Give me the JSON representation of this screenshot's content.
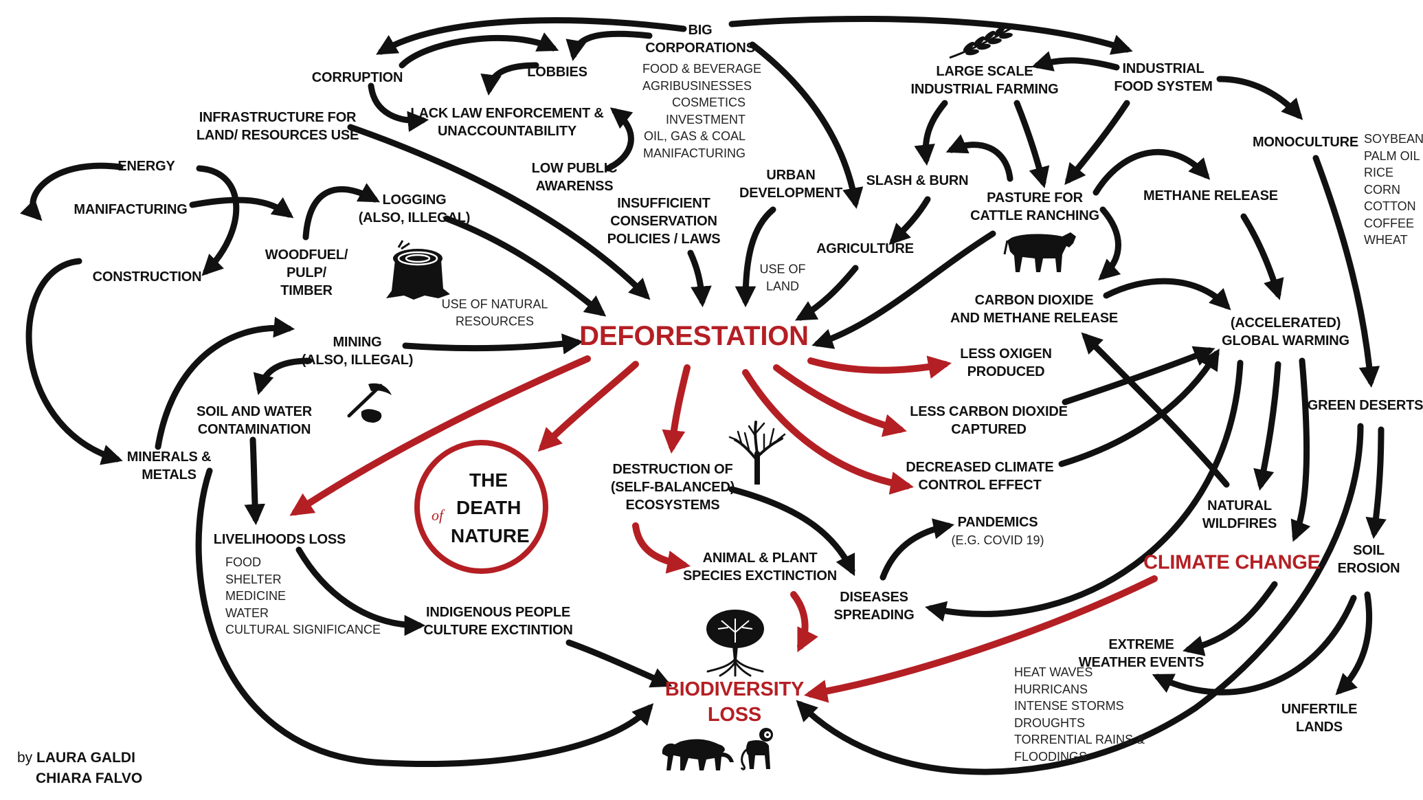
{
  "colors": {
    "ink": "#111111",
    "accent": "#b41f24",
    "background": "#ffffff"
  },
  "nodes": {
    "big_corporations": "BIG\nCORPORATIONS",
    "corruption": "CORRUPTION",
    "lobbies": "LOBBIES",
    "lack_law_enforcement": "LACK LAW ENFORCEMENT &\nUNACCOUNTABILITY",
    "infrastructure": "INFRASTRUCTURE FOR\nLAND/ RESOURCES USE",
    "low_public_awareness": "LOW PUBLIC\nAWARENSS",
    "energy": "ENERGY",
    "manifacturing": "MANIFACTURING",
    "construction": "CONSTRUCTION",
    "woodfuel": "WOODFUEL/\nPULP/\nTIMBER",
    "logging": "LOGGING\n(ALSO, ILLEGAL)",
    "insufficient_conservation": "INSUFFICIENT\nCONSERVATION\nPOLICIES / LAWS",
    "urban_development": "URBAN\nDEVELOPMENT",
    "large_scale_farming": "LARGE SCALE\nINDUSTRIAL FARMING",
    "industrial_food_system": "INDUSTRIAL\nFOOD SYSTEM",
    "slash_burn": "SLASH & BURN",
    "pasture": "PASTURE FOR\nCATTLE RANCHING",
    "methane_release": "METHANE RELEASE",
    "monoculture": "MONOCULTURE",
    "agriculture": "AGRICULTURE",
    "mining": "MINING\n(ALSO, ILLEGAL)",
    "deforestation": "DEFORESTATION",
    "co2_methane_release": "CARBON DIOXIDE\nAND METHANE RELEASE",
    "global_warming": "(ACCELERATED)\nGLOBAL WARMING",
    "less_oxigen": "LESS OXIGEN\nPRODUCED",
    "less_co2_captured": "LESS CARBON DIOXIDE\nCAPTURED",
    "decreased_climate_control": "DECREASED CLIMATE\nCONTROL EFFECT",
    "green_deserts": "GREEN DESERTS",
    "soil_water_contamination": "SOIL AND WATER\nCONTAMINATION",
    "minerals_metals": "MINERALS &\nMETALS",
    "destruction_ecosystems": "DESTRUCTION OF\n(SELF-BALANCED)\nECOSYSTEMS",
    "pandemics": "PANDEMICS",
    "natural_wildfires": "NATURAL\nWILDFIRES",
    "soil_erosion": "SOIL\nEROSION",
    "livelihoods_loss": "LIVELIHOODS LOSS",
    "animal_plant_extinction": "ANIMAL & PLANT\nSPECIES EXCTINCTION",
    "climate_change": "CLIMATE CHANGE",
    "diseases_spreading": "DISEASES\nSPREADING",
    "indigenous_people": "INDIGENOUS PEOPLE\nCULTURE EXCTINTION",
    "extreme_weather": "EXTREME\nWEATHER EVENTS",
    "biodiversity_loss": "BIODIVERSITY\nLOSS",
    "unfertile_lands": "UNFERTILE\nLANDS"
  },
  "lists": {
    "corporations_sectors": [
      "FOOD & BEVERAGE",
      "AGRIBUSINESSES",
      "COSMETICS",
      "INVESTMENT",
      "OIL, GAS & COAL",
      "MANIFACTURING"
    ],
    "monoculture_crops": [
      "SOYBEAN",
      "PALM OIL",
      "RICE",
      "CORN",
      "COTTON",
      "COFFEE",
      "WHEAT"
    ],
    "livelihoods": [
      "FOOD",
      "SHELTER",
      "MEDICINE",
      "WATER",
      "CULTURAL SIGNIFICANCE"
    ],
    "extreme_weather_examples": [
      "HEAT WAVES",
      "HURRICANS",
      "INTENSE STORMS",
      "DROUGHTS",
      "TORRENTIAL RAINS &",
      "FLOODINGS"
    ]
  },
  "notes": {
    "use_of_natural_resources": "USE OF NATURAL\nRESOURCES",
    "use_of_land": "USE OF\nLAND",
    "pandemics_example": "(E.G. COVID 19)"
  },
  "death_of_nature": {
    "the": "THE",
    "of": "of",
    "death": "DEATH",
    "nature": "NATURE"
  },
  "credits": {
    "by": "by",
    "author1": "LAURA GALDI",
    "author2": "CHIARA FALVO"
  },
  "icons": [
    "wheat-icon",
    "tree-stump-icon",
    "cow-icon",
    "pickaxe-icon",
    "bare-tree-icon",
    "rooted-tree-icon",
    "big-cat-icon",
    "monkey-icon"
  ]
}
